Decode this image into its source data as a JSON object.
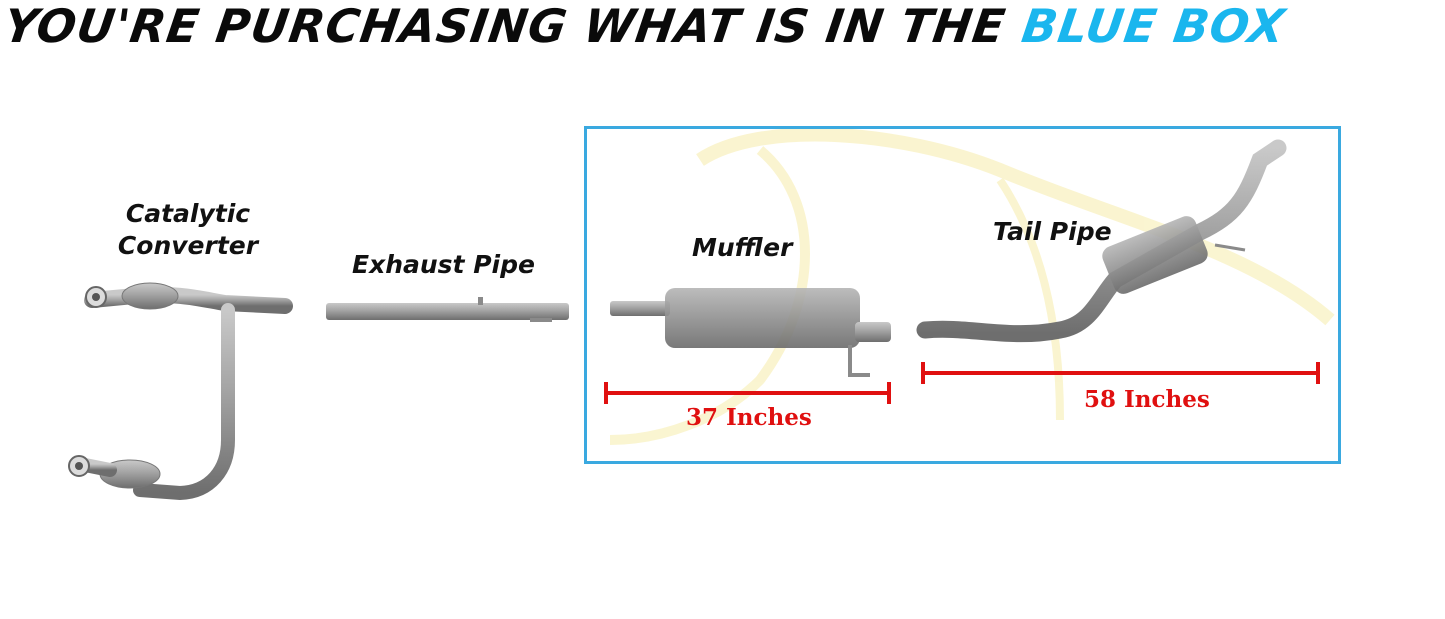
{
  "headline": {
    "lead": "YOU'RE PURCHASING WHAT IS IN THE ",
    "highlight": "BLUE BOX"
  },
  "parts": {
    "catalytic_line1": "Catalytic",
    "catalytic_line2": "Converter",
    "exhaust_pipe": "Exhaust Pipe",
    "muffler": "Muffler",
    "tail_pipe": "Tail Pipe"
  },
  "measurements": {
    "muffler_length": "37 Inches",
    "tail_pipe_length": "58 Inches"
  },
  "colors": {
    "highlight": "#1ab6ee",
    "box_border": "#3aa9e0",
    "measure": "#e01010",
    "pipe": "#9a9a9a"
  }
}
